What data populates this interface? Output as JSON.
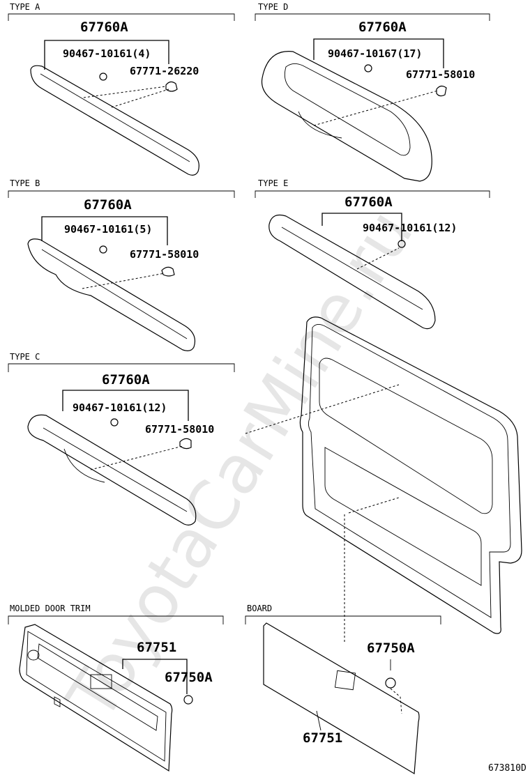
{
  "watermark": "ToyotaCarMine.ru",
  "diagram_code": "673810D",
  "sections": {
    "type_a": {
      "title": "TYPE A",
      "parent": "67760A",
      "screw": "90467-10161(4)",
      "clip": "67771-26220"
    },
    "type_b": {
      "title": "TYPE B",
      "parent": "67760A",
      "screw": "90467-10161(5)",
      "clip": "67771-58010"
    },
    "type_c": {
      "title": "TYPE C",
      "parent": "67760A",
      "screw": "90467-10161(12)",
      "clip": "67771-58010"
    },
    "type_d": {
      "title": "TYPE D",
      "parent": "67760A",
      "screw": "90467-10167(17)",
      "clip": "67771-58010"
    },
    "type_e": {
      "title": "TYPE E",
      "parent": "67760A",
      "screw": "90467-10161(12)"
    },
    "molded": {
      "title": "MOLDED DOOR TRIM",
      "panel": "67751",
      "clip": "67750A"
    },
    "board": {
      "title": "BOARD",
      "panel": "67751",
      "clip": "67750A"
    }
  }
}
